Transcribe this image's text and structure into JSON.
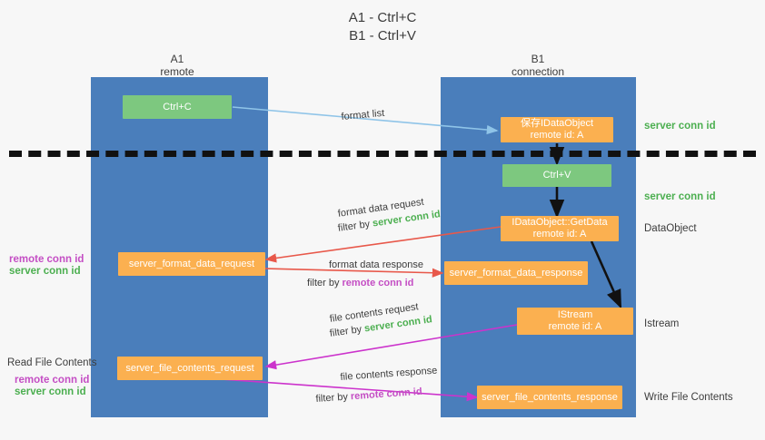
{
  "title": "A1 - Ctrl+C\nB1 - Ctrl+V",
  "columns": {
    "left": {
      "name": "A1",
      "role": "remote"
    },
    "right": {
      "name": "B1",
      "role": "connection"
    }
  },
  "colors": {
    "lane": "#4a7ebb",
    "green_box": "#7dc87f",
    "orange_box": "#fbb050",
    "server_conn": "#4caf50",
    "remote_conn": "#c44ec4",
    "arrow_blue": "#8fc4e8",
    "arrow_red": "#e8584a",
    "arrow_magenta": "#cc33cc",
    "arrow_black": "#111111",
    "dashed_line": "#111111",
    "background": "#f7f7f7"
  },
  "nodes": {
    "ctrl_c": "Ctrl+C",
    "ctrl_v": "Ctrl+V",
    "idataobject_title": "保存IDataObject",
    "idataobject_sub": "remote id: A",
    "getdata_title": "IDataObject::GetData",
    "getdata_sub": "remote id: A",
    "istream_title": "IStream",
    "istream_sub": "remote id: A",
    "server_format_data_request": "server_format_data_request",
    "server_format_data_response": "server_format_data_response",
    "server_file_contents_request": "server_file_contents_request",
    "server_file_contents_response": "server_file_contents_response"
  },
  "right_labels": {
    "server_conn_top": "server conn id",
    "server_conn_mid": "server conn id",
    "dataobject": "DataObject",
    "istream": "Istream",
    "write_file_contents": "Write File Contents"
  },
  "left_labels": {
    "remote_conn_1": "remote conn id",
    "server_conn_1": "server conn id",
    "read_file_contents": "Read File Contents",
    "remote_conn_2": "remote conn id",
    "server_conn_2": "server conn id"
  },
  "edges": {
    "format_list": "format list",
    "format_data_request": "format data request",
    "format_data_request_filter_prefix": "filter by ",
    "format_data_request_filter_key": "server conn id",
    "format_data_response": "format data response",
    "format_data_response_filter_prefix": "filter by ",
    "format_data_response_filter_key": "remote conn id",
    "file_contents_request": "file contents request",
    "file_contents_request_filter_prefix": "filter by ",
    "file_contents_request_filter_key": "server conn id",
    "file_contents_response": "file contents response",
    "file_contents_response_filter_prefix": "filter by ",
    "file_contents_response_filter_key": "remote conn id"
  }
}
